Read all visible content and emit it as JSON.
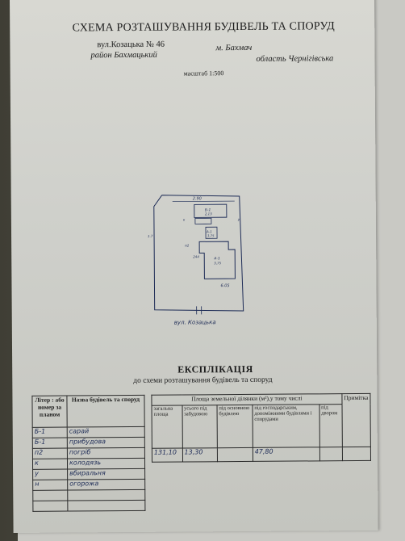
{
  "document": {
    "title": "СХЕМА РОЗТАШУВАННЯ БУДІВЕЛЬ ТА СПОРУД",
    "address": {
      "street": "вул.Козацька № 46",
      "district": "район Бахмацький",
      "city": "м. Бахмач",
      "region": "область Чернігівська"
    },
    "scale": "масштаб 1:500"
  },
  "plan": {
    "street_label": "вул. Козацька",
    "dim_top": "2.90",
    "dim_bottom": "6.05",
    "dim_side": "1.7",
    "label_b1": "Б-1",
    "label_b1_sub": "2,13",
    "label_a1": "А-1",
    "label_a1_sub": "3,75",
    "label_main": "А-1",
    "label_main_sub": "3,75",
    "label_p2": "п2",
    "label_244": "244",
    "label_k": "к",
    "label_u": "у"
  },
  "explication": {
    "title": "ЕКСПЛІКАЦІЯ",
    "subtitle": "до схеми розташування будівель та споруд",
    "buildings_table": {
      "col_code_header": "Літер : або номер за планом",
      "col_name_header": "Назва будівель та споруд",
      "rows": [
        {
          "code": "Б-1",
          "name": "сарай"
        },
        {
          "code": "Б-1",
          "name": "прибудова"
        },
        {
          "code": "п2",
          "name": "погріб"
        },
        {
          "code": "к",
          "name": "колодязь"
        },
        {
          "code": "у",
          "name": "вбиральня"
        },
        {
          "code": "н",
          "name": "огорожа"
        },
        {
          "code": "",
          "name": ""
        },
        {
          "code": "",
          "name": ""
        }
      ]
    },
    "area_table": {
      "header_main": "Площа земельної ділянки (м²),у тому числі",
      "header_note": "Примітка",
      "sub_headers": [
        "загальна площа",
        "усього під забудовою",
        "під основною будівлею",
        "під господарським, допоміжними будівлями і спорудами",
        "під двором"
      ],
      "values": [
        "131,10",
        "13,30",
        "",
        "47,80",
        ""
      ]
    }
  }
}
